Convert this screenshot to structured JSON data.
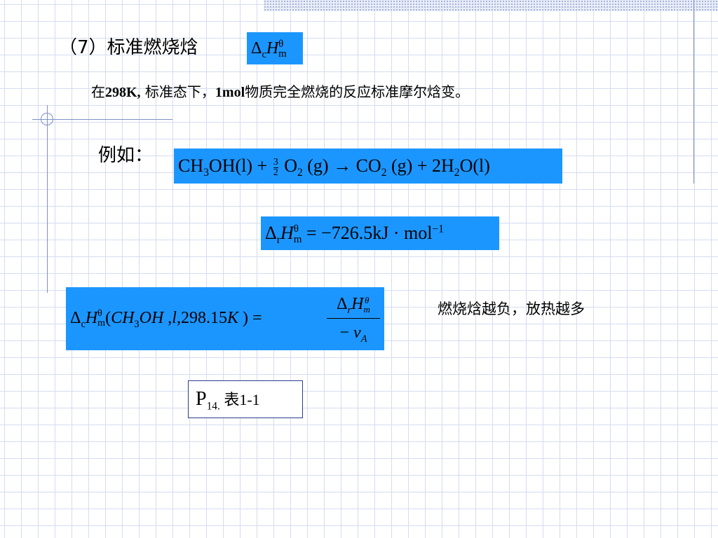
{
  "heading": "（7）标准燃烧焓",
  "symbol": {
    "delta": "Δ",
    "sub": "c",
    "H": "H",
    "sup": "θ",
    "m": "m"
  },
  "definition": {
    "pre": "在",
    "temp": "298K,",
    "mid": " 标准态下，",
    "amount": "1mol",
    "post": "物质完全燃烧的反应标准摩尔焓变。"
  },
  "example_label": "例如：",
  "equation": {
    "reactant1": "CH",
    "r1sub": "3",
    "r1rest": "OH(l)",
    "plus1": " + ",
    "frac_num": "3",
    "frac_den": "2",
    "o2": " O",
    "o2sub": "2",
    "o2state": " (g)",
    "arrow": " → ",
    "co2": "CO",
    "co2sub": "2",
    "co2state": " (g)",
    "plus2": " + ",
    "h2o_coef": "2H",
    "h2osub": "2",
    "h2orest": "O(l)"
  },
  "enthalpy": {
    "delta": "Δ",
    "sub": "r",
    "H": "H",
    "sup": "θ",
    "m": "m",
    "value": " = −726.5kJ · mol",
    "exp": "−1"
  },
  "formula": {
    "delta": "Δ",
    "sub": "c",
    "H": "H",
    "sup": "θ",
    "m": "m",
    "args_pre": "(",
    "ch": "CH",
    "chsub": "3",
    "oh": "OH",
    "args_mid": " ,",
    "l": "l",
    "args_rest": ",298.15",
    "k": "K",
    "args_end": " ) =",
    "num_delta": "Δ",
    "num_sub": "r",
    "num_H": "H",
    "num_sup": "θ",
    "num_m": "m",
    "den_minus": "− ",
    "den_v": "v",
    "den_sub": "A"
  },
  "note": "燃烧焓越负，放热越多",
  "reference": {
    "p": "P",
    "psub": "14.",
    "table": " 表1-1"
  }
}
